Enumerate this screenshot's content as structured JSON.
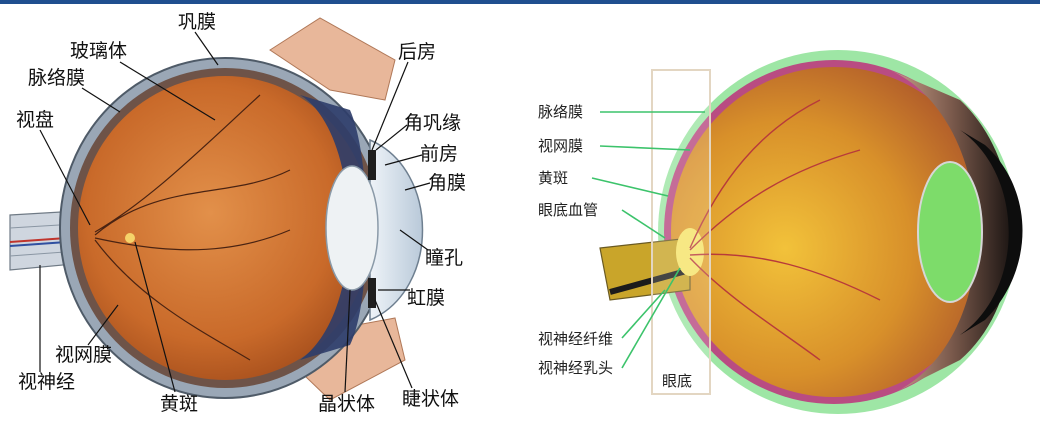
{
  "left_diagram": {
    "labels": {
      "sclera": "巩膜",
      "vitreous": "玻璃体",
      "choroid": "脉络膜",
      "optic_disc": "视盘",
      "retina": "视网膜",
      "optic_nerve": "视神经",
      "macula": "黄斑",
      "lens": "晶状体",
      "ciliary_body": "睫状体",
      "iris": "虹膜",
      "pupil": "瞳孔",
      "cornea": "角膜",
      "anterior_chamber": "前房",
      "limbus": "角巩缘",
      "posterior_chamber": "后房"
    }
  },
  "right_diagram": {
    "labels": {
      "choroid": "脉络膜",
      "retina": "视网膜",
      "macula": "黄斑",
      "fundus_vessels": "眼底血管",
      "nerve_fiber": "视神经纤维",
      "nerve_papilla": "视神经乳头",
      "fundus": "眼底"
    }
  },
  "colors": {
    "header_bar": "#1f4f8f",
    "fundus_outline": "#9ee6a5",
    "lens_green": "#7ddc6a",
    "leader_green": "#3cc36b"
  }
}
